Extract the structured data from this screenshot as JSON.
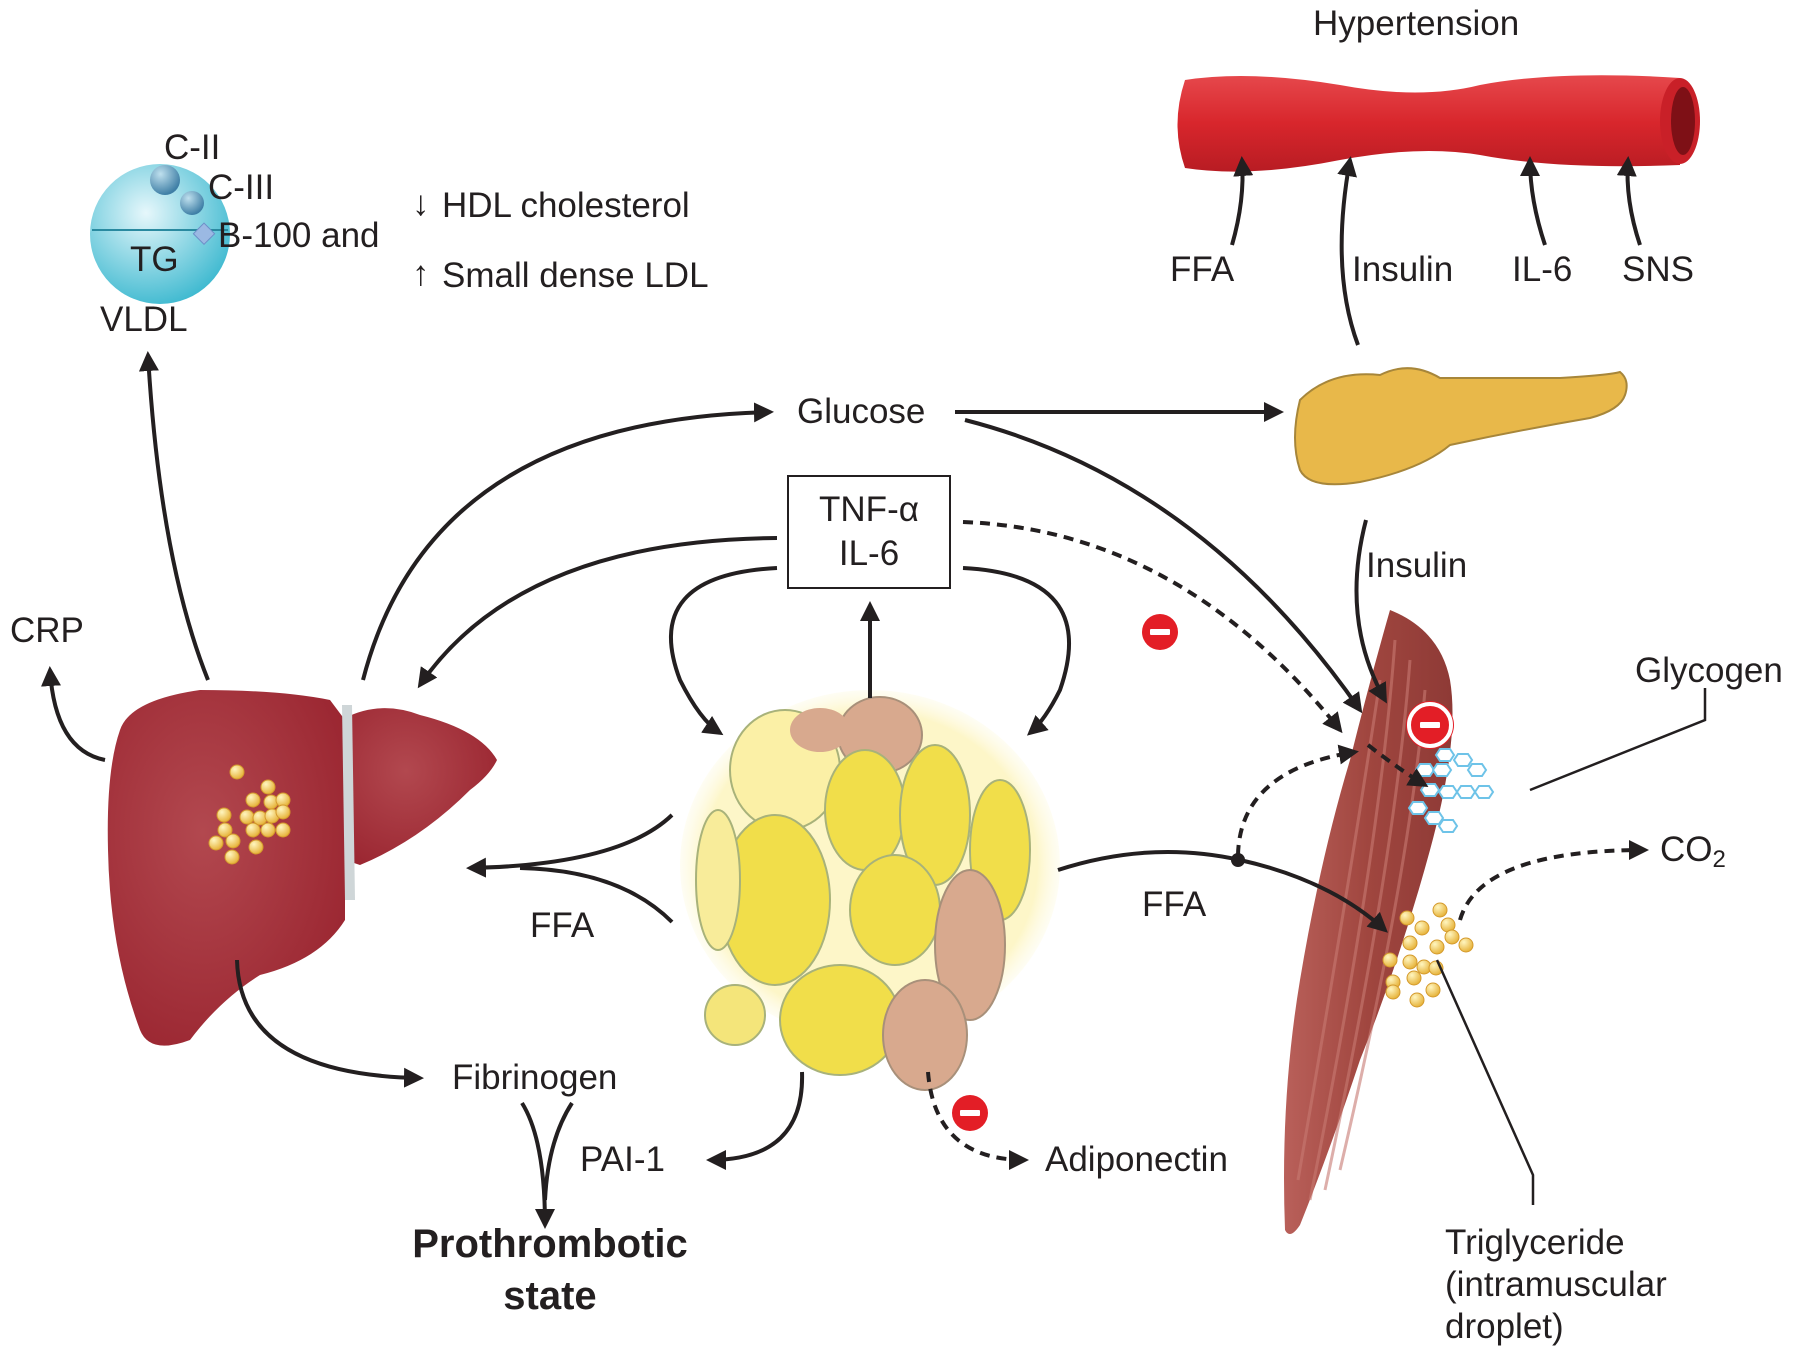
{
  "colors": {
    "liver": "#a5303a",
    "vessel": "#d8262c",
    "pancreas": "#e8b84a",
    "muscle": "#a44a44",
    "adipose_yellow": "#f1de4a",
    "adipose_brown": "#d8a98e",
    "lipid_droplet": "#f3c95b",
    "glycogen": "#6ec3e8",
    "vldl": "#7fd1e0",
    "inhibition": "#e31e26",
    "arrow": "#231f20"
  },
  "labels": {
    "hypertension": "Hypertension",
    "ffa_vessel": "FFA",
    "insulin_vessel": "Insulin",
    "il6_vessel": "IL-6",
    "sns": "SNS",
    "apo_c2": "C-II",
    "apo_c3": "C-III",
    "apo_b100": "B-100 and",
    "tg": "TG",
    "vldl": "VLDL",
    "hdl": "HDL cholesterol",
    "ldl": "Small dense LDL",
    "glucose": "Glucose",
    "tnf": "TNF-α",
    "il6_box": "IL-6",
    "crp": "CRP",
    "insulin_muscle": "Insulin",
    "glycogen": "Glycogen",
    "co2": "CO",
    "co2_sub": "2",
    "ffa_liver": "FFA",
    "ffa_muscle": "FFA",
    "fibrinogen": "Fibrinogen",
    "pai1": "PAI-1",
    "adiponectin": "Adiponectin",
    "prothrombotic_line1": "Prothrombotic",
    "prothrombotic_line2": "state",
    "triglyceride_line1": "Triglyceride",
    "triglyceride_line2": "(intramuscular",
    "triglyceride_line3": "droplet)"
  },
  "indicators": {
    "hdl_direction": "down",
    "ldl_direction": "up",
    "inhibition_markers": [
      "tnf-to-muscle",
      "muscle-glycogen",
      "adiponectin"
    ]
  }
}
